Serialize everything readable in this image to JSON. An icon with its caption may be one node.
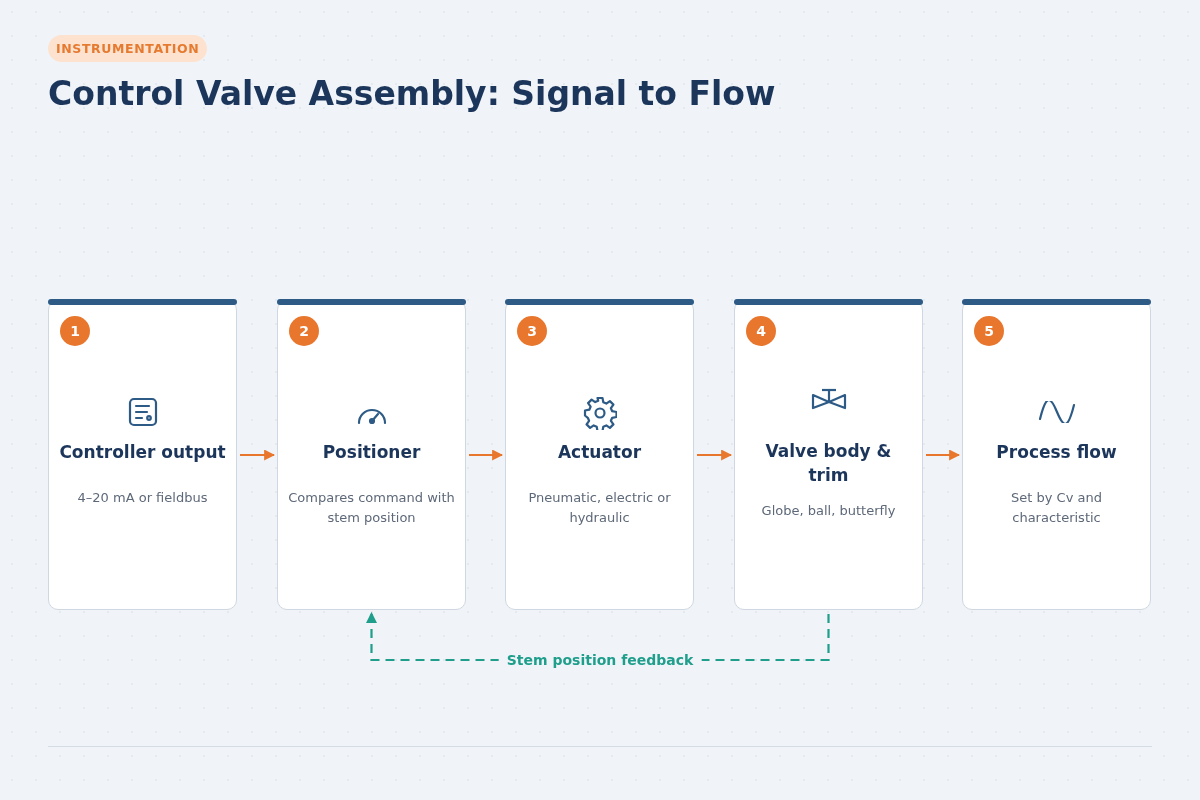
{
  "diagram": {
    "title": "Control Valve Assembly: Signal to Flow",
    "nodes": [
      {
        "text": [
          "1",
          "Controller output",
          "4–20 mA or fieldbus"
        ]
      },
      {
        "text": [
          "2",
          "Positioner",
          "Compares command with stem position"
        ]
      },
      {
        "text": [
          "3",
          "Actuator",
          "Pneumatic, electric or hydraulic"
        ]
      },
      {
        "text": [
          "4",
          "Valve body & trim",
          "Globe, ball, butterfly"
        ]
      },
      {
        "text": [
          "5",
          "Process flow",
          "Set by Cv and characteristic"
        ]
      }
    ],
    "edges": [
      {
        "from": 0,
        "to": 1,
        "arrow": "to"
      },
      {
        "from": 1,
        "to": 2,
        "arrow": "to"
      },
      {
        "from": 2,
        "to": 3,
        "arrow": "to"
      },
      {
        "from": 3,
        "to": 4,
        "arrow": "to"
      },
      {
        "from": 3,
        "to": 1,
        "arrow": "to",
        "label": "Stem position feedback",
        "style": "dashed",
        "color": "#1f9e8c"
      }
    ],
    "labels": [
      "INSTRUMENTATION"
    ]
  }
}
